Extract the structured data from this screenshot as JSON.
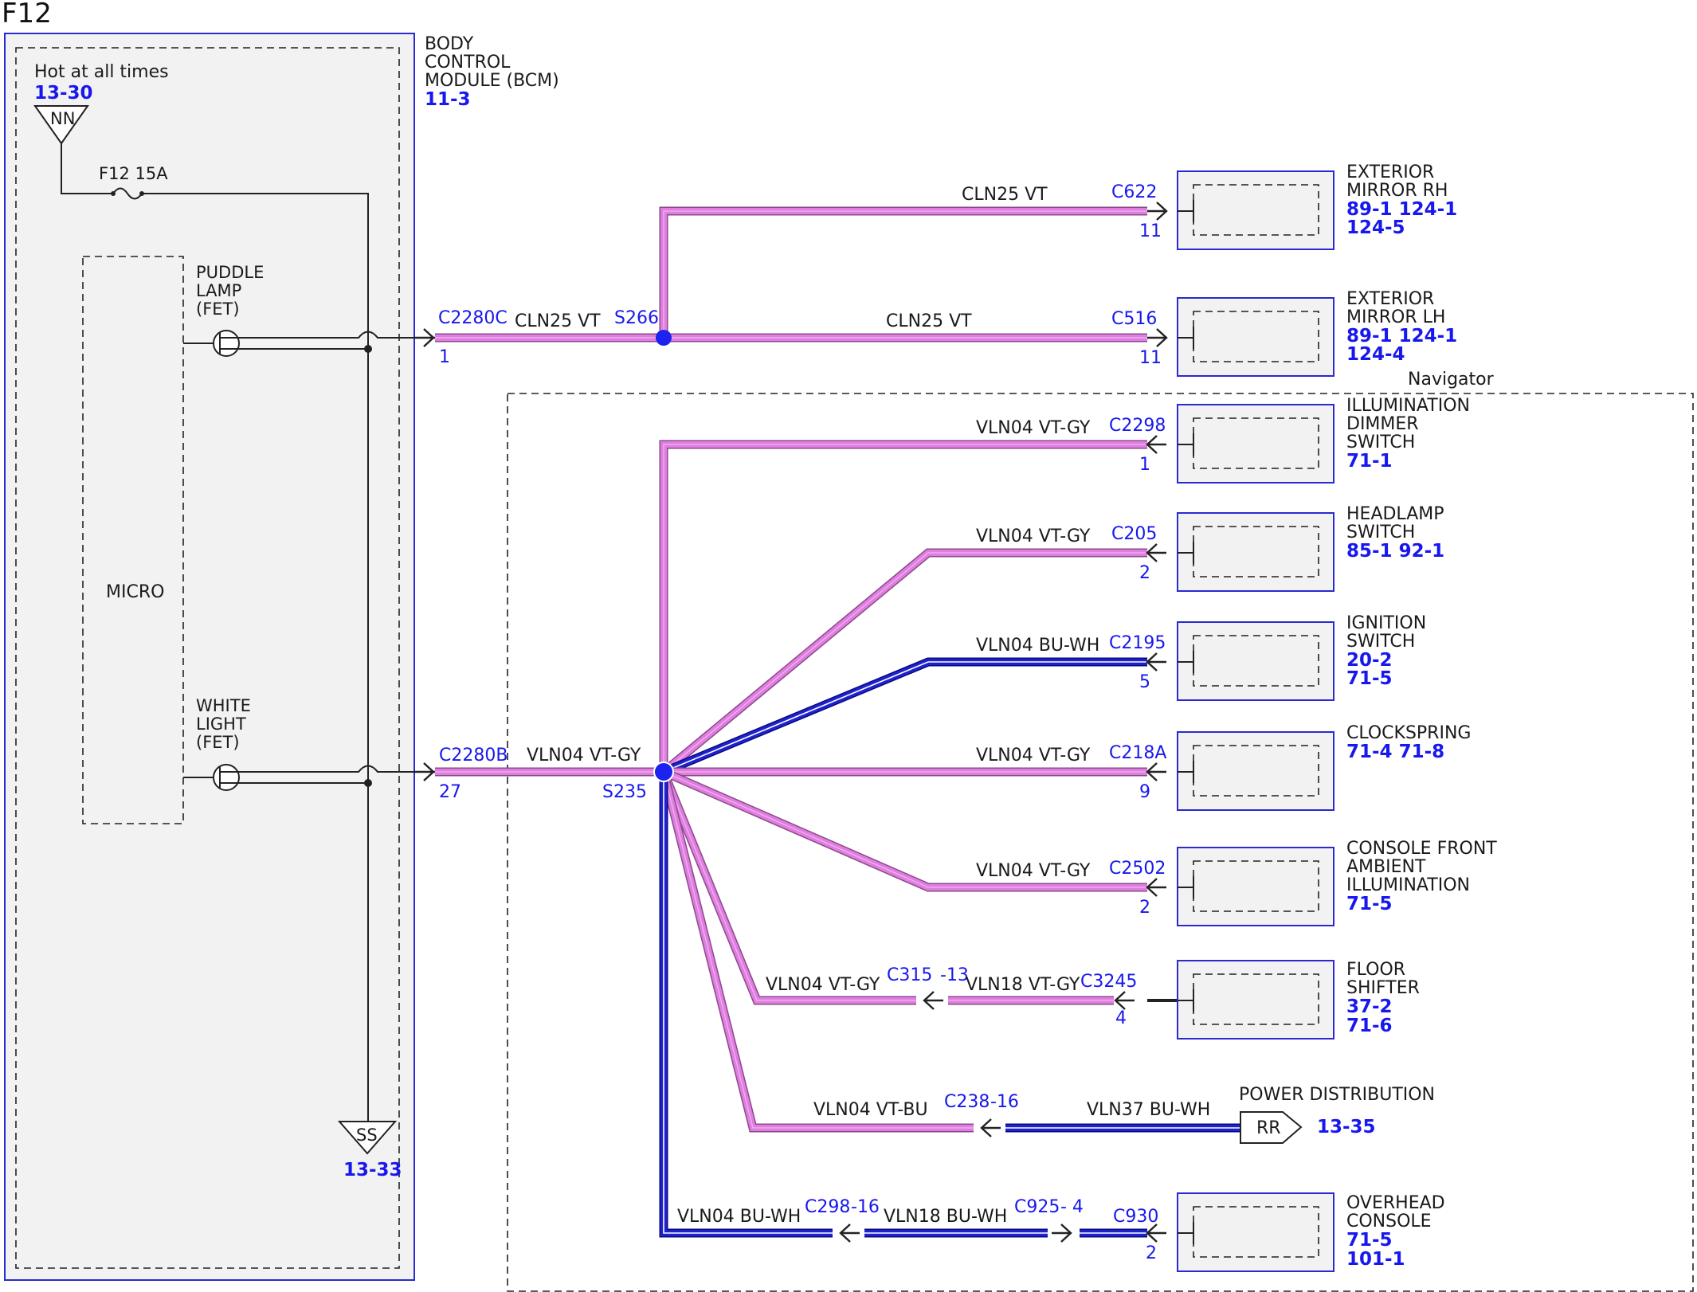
{
  "diagram": {
    "title": "F12",
    "bcm": {
      "lines": [
        "BODY",
        "CONTROL",
        "MODULE (BCM)"
      ],
      "ref": "11-3",
      "hot_label": "Hot at all times",
      "hot_ref": "13-30",
      "nn_label": "NN",
      "fuse_label": "F12  15A",
      "micro_label": "MICRO",
      "puddle_lines": [
        "PUDDLE",
        "LAMP",
        "(FET)"
      ],
      "white_lines": [
        "WHITE",
        "LIGHT",
        "(FET)"
      ],
      "ss_label": "SS",
      "ss_ref": "13-33"
    },
    "navigator_label": "Navigator",
    "upper_bus": {
      "connector": "C2280C",
      "pin": "1",
      "wire": "CLN25  VT",
      "splice": "S266"
    },
    "lower_bus": {
      "connector": "C2280B",
      "pin": "27",
      "wire": "VLN04  VT-GY",
      "splice": "S235"
    },
    "branches": [
      {
        "wire": "CLN25  VT",
        "connector": "C622",
        "pin": "11",
        "device": [
          "EXTERIOR",
          "MIRROR RH"
        ],
        "refs": [
          "89-1   124-1",
          "124-5"
        ]
      },
      {
        "wire": "CLN25  VT",
        "connector": "C516",
        "pin": "11",
        "device": [
          "EXTERIOR",
          "MIRROR LH"
        ],
        "refs": [
          "89-1   124-1",
          "124-4"
        ]
      },
      {
        "wire": "VLN04  VT-GY",
        "connector": "C2298",
        "pin": "1",
        "device": [
          "ILLUMINATION",
          "DIMMER",
          "SWITCH"
        ],
        "refs": [
          "71-1"
        ]
      },
      {
        "wire": "VLN04  VT-GY",
        "connector": "C205",
        "pin": "2",
        "device": [
          "HEADLAMP",
          "SWITCH"
        ],
        "refs": [
          "85-1   92-1"
        ]
      },
      {
        "wire": "VLN04  BU-WH",
        "connector": "C2195",
        "pin": "5",
        "device": [
          "IGNITION",
          "SWITCH"
        ],
        "refs": [
          "20-2",
          "71-5"
        ]
      },
      {
        "wire": "VLN04  VT-GY",
        "connector": "C218A",
        "pin": "9",
        "device": [
          "CLOCKSPRING"
        ],
        "refs": [
          "71-4   71-8"
        ]
      },
      {
        "wire": "VLN04  VT-GY",
        "connector": "C2502",
        "pin": "2",
        "device": [
          "CONSOLE FRONT",
          "AMBIENT",
          "ILLUMINATION"
        ],
        "refs": [
          "71-5"
        ]
      }
    ],
    "floor_shifter": {
      "wire1": "VLN04  VT-GY",
      "inline": "C315",
      "inline_pin": "-13",
      "wire2": "VLN18  VT-GY",
      "connector": "C3245",
      "pin": "4",
      "device": [
        "FLOOR",
        "SHIFTER"
      ],
      "refs": [
        "37-2",
        "71-6"
      ]
    },
    "power_dist": {
      "wire1": "VLN04  VT-BU",
      "inline": "C238",
      "inline_pin": "-16",
      "wire2": "VLN37  BU-WH",
      "label": "POWER DISTRIBUTION",
      "rr_label": "RR",
      "ref": "13-35"
    },
    "overhead": {
      "wire1": "VLN04  BU-WH",
      "inline1": "C298",
      "inline1_pin": "-16",
      "wire2": "VLN18  BU-WH",
      "inline2": "C925",
      "inline2_pin": "- 4",
      "connector": "C930",
      "pin": "2",
      "device": [
        "OVERHEAD",
        "CONSOLE"
      ],
      "refs": [
        "71-5",
        "101-1"
      ]
    },
    "colors": {
      "violet": "#e07de0",
      "violet_edge": "#8a4a8a",
      "blue": "#1e22cc",
      "ref_blue": "#1818ee",
      "box_fill": "#f2f2f2"
    }
  }
}
